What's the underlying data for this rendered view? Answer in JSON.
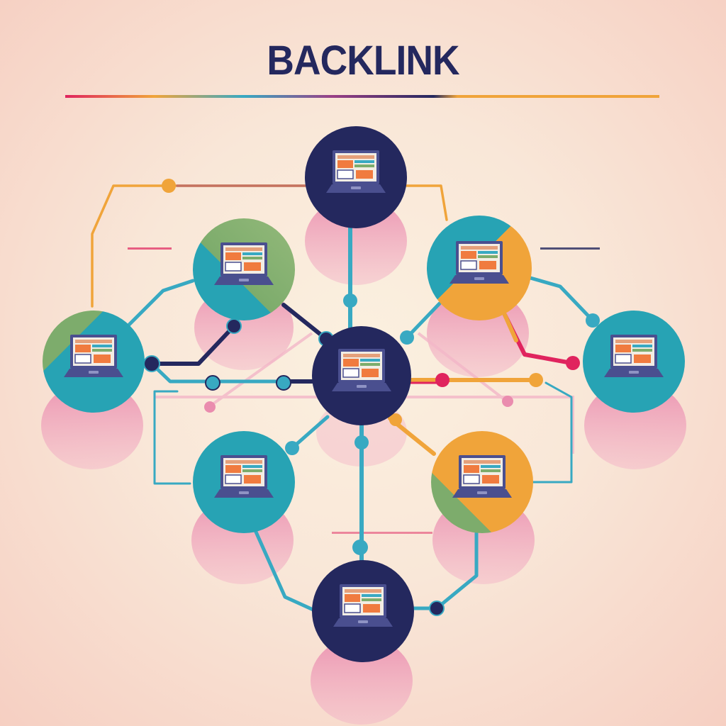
{
  "title": "BACKLINK",
  "colors": {
    "navy": "#24285e",
    "teal": "#27a3b4",
    "teal_dark": "#1f8fa6",
    "orange": "#f0a43a",
    "green": "#7dac6c",
    "pink": "#ea8cae",
    "magenta": "#e0245e",
    "line_teal": "#38a9c2",
    "line_orange": "#f0a43a",
    "screen_bg": "#f2ede4",
    "laptop": "#4a4f8f"
  },
  "icons": [
    "laptop-icon",
    "webpage-icon"
  ],
  "nodes": [
    {
      "id": "top",
      "style": "navy"
    },
    {
      "id": "center",
      "style": "navy"
    },
    {
      "id": "upper-left",
      "style": "green"
    },
    {
      "id": "upper-right",
      "style": "orange"
    },
    {
      "id": "left",
      "style": "teal"
    },
    {
      "id": "right",
      "style": "teal"
    },
    {
      "id": "lower-left",
      "style": "teal"
    },
    {
      "id": "lower-right",
      "style": "orange"
    },
    {
      "id": "bottom",
      "style": "navy"
    }
  ]
}
